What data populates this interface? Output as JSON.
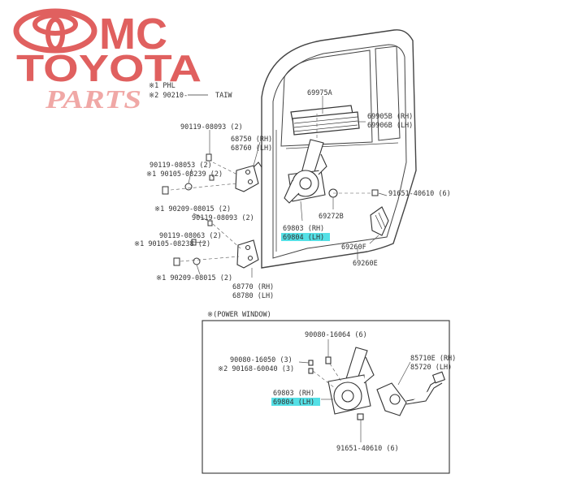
{
  "logo": {
    "brand_line1": "MC",
    "brand_line2": "TOYOTA",
    "brand_line3": "PARTS",
    "color_red": "#e0605f",
    "color_pink": "#f0a8a6"
  },
  "notes": {
    "note1": "※1 PHL",
    "note2": "※2 90210-",
    "note2_tail": "TAIW"
  },
  "inset": {
    "title": "※(POWER WINDOW)"
  },
  "labels": {
    "p69975A": "69975A",
    "p69905B": "69905B (RH)",
    "p69906B": "69906B (LH)",
    "p90119_08093": "90119-08093 (2)",
    "p68750": "68750 (RH)",
    "p68760": "68760 (LH)",
    "p90119_08053": "90119-08053 (2)",
    "p90105_08239": "※1 90105-08239 (2)",
    "p90209_08015a": "※1 90209-08015 (2)",
    "p90119_08093b": "90119-08093 (2)",
    "p91651": "91651-40610 (6)",
    "p69803": "69803 (RH)",
    "p69804": "69804 (LH)",
    "p69272B": "69272B",
    "p90119_08063": "90119-08063 (2)",
    "p90105_08238": "※1 90105-08238 (2)",
    "p69260F": "69260F",
    "p69260E": "69260E",
    "p90209_08015b": "※1 90209-08015 (2)",
    "p68770": "68770 (RH)",
    "p68780": "68780 (LH)",
    "i90080_16064": "90080-16064 (6)",
    "i90080_16050": "90080-16050 (3)",
    "i90168_60040": "※2 90168-60040 (3)",
    "i85710E": "85710E (RH)",
    "i85720": "85720 (LH)",
    "i69803": "69803 (RH)",
    "i69804": "69804 (LH)",
    "i91651": "91651-40610 (6)"
  },
  "highlight_color": "#54e0e6"
}
